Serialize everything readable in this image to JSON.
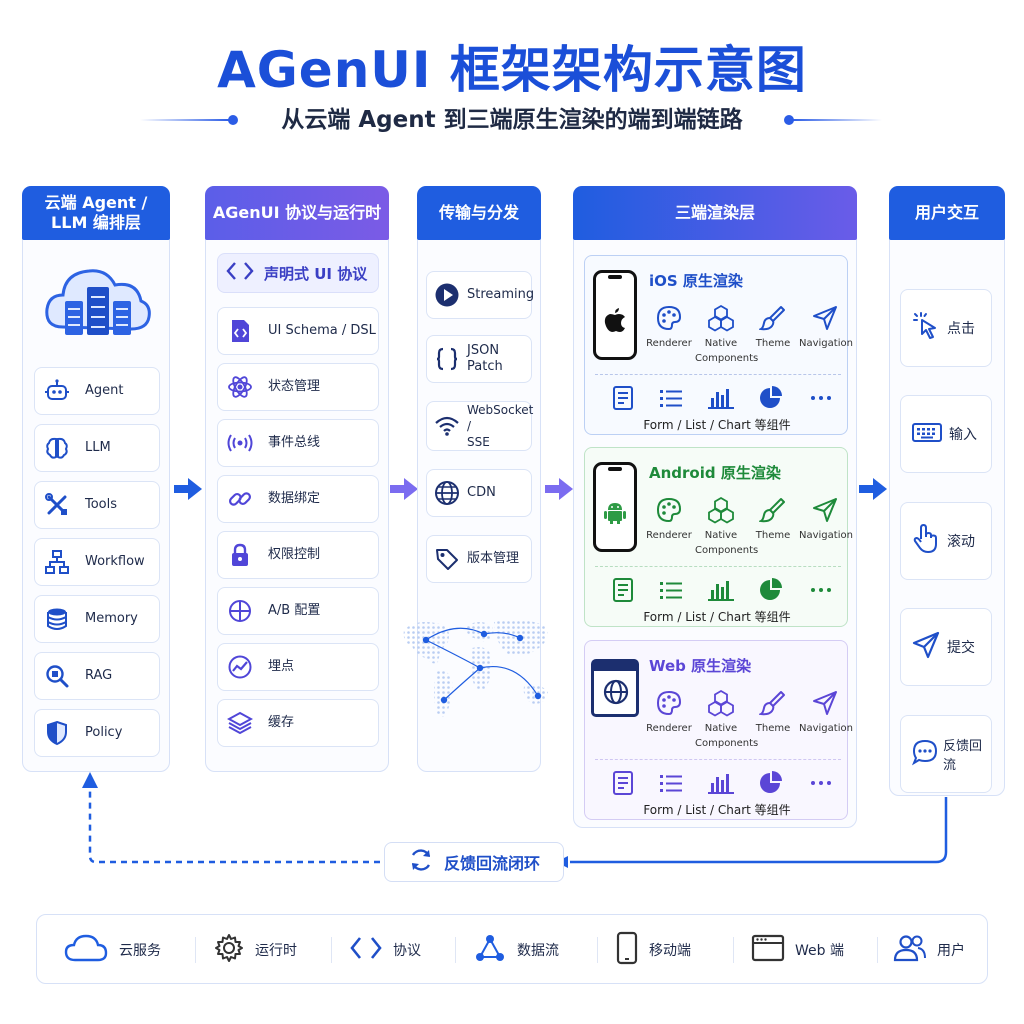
{
  "title": "AGenUI 框架架构示意图",
  "subtitle": "从云端 Agent 到三端原生渲染的端到端链路",
  "colors": {
    "primary_blue": "#1f5de0",
    "purple": "#6a5ce8",
    "ios_accent": "#1f4fc8",
    "android_accent": "#1e8a3a",
    "web_accent": "#5b46d6",
    "border": "#d7e1f7"
  },
  "columns": {
    "cloud": {
      "title_line1": "云端 Agent /",
      "title_line2": "LLM 编排层",
      "items": [
        {
          "label": "Agent",
          "icon": "robot-icon"
        },
        {
          "label": "LLM",
          "icon": "brain-icon"
        },
        {
          "label": "Tools",
          "icon": "tools-icon"
        },
        {
          "label": "Workflow",
          "icon": "workflow-icon"
        },
        {
          "label": "Memory",
          "icon": "database-icon"
        },
        {
          "label": "RAG",
          "icon": "search-doc-icon"
        },
        {
          "label": "Policy",
          "icon": "shield-icon"
        }
      ]
    },
    "protocol": {
      "title": "AGenUI 协议与运行时",
      "header_item": {
        "label": "声明式 UI 协议",
        "icon": "code-brackets-icon"
      },
      "items": [
        {
          "label": "UI Schema / DSL",
          "icon": "code-file-icon"
        },
        {
          "label": "状态管理",
          "icon": "atom-icon"
        },
        {
          "label": "事件总线",
          "icon": "broadcast-icon"
        },
        {
          "label": "数据绑定",
          "icon": "link-icon"
        },
        {
          "label": "权限控制",
          "icon": "lock-icon"
        },
        {
          "label": "A/B 配置",
          "icon": "ab-split-icon"
        },
        {
          "label": "埋点",
          "icon": "trend-icon"
        },
        {
          "label": "缓存",
          "icon": "layers-icon"
        }
      ]
    },
    "transport": {
      "title": "传输与分发",
      "items": [
        {
          "label": "Streaming",
          "icon": "play-icon"
        },
        {
          "label": "JSON Patch",
          "icon": "braces-icon"
        },
        {
          "label_line1": "WebSocket /",
          "label_line2": "SSE",
          "icon": "wifi-icon"
        },
        {
          "label": "CDN",
          "icon": "globe-icon"
        },
        {
          "label": "版本管理",
          "icon": "tag-icon"
        }
      ]
    },
    "render": {
      "title": "三端渲染层",
      "platforms": [
        {
          "title": "iOS 原生渲染",
          "device_icon": "apple-icon"
        },
        {
          "title": "Android 原生渲染",
          "device_icon": "android-icon"
        },
        {
          "title": "Web 原生渲染",
          "device_icon": "browser-globe-icon"
        }
      ],
      "features": {
        "renderer": "Renderer",
        "native_line1": "Native",
        "native_line2": "Components",
        "theme": "Theme",
        "navigation": "Navigation"
      },
      "components_label": "Form / List / Chart 等组件"
    },
    "interaction": {
      "title": "用户交互",
      "items": [
        {
          "label": "点击",
          "icon": "cursor-click-icon"
        },
        {
          "label": "输入",
          "icon": "keyboard-icon"
        },
        {
          "label": "滚动",
          "icon": "hand-scroll-icon"
        },
        {
          "label": "提交",
          "icon": "send-icon"
        },
        {
          "label": "反馈回流",
          "icon": "chat-bubble-icon"
        }
      ]
    }
  },
  "loop": {
    "label": "反馈回流闭环",
    "icon": "refresh-icon"
  },
  "legend": [
    {
      "label": "云服务",
      "icon": "cloud-icon"
    },
    {
      "label": "运行时",
      "icon": "gear-icon"
    },
    {
      "label": "协议",
      "icon": "code-brackets-icon"
    },
    {
      "label": "数据流",
      "icon": "graph-icon"
    },
    {
      "label": "移动端",
      "icon": "phone-icon"
    },
    {
      "label": "Web 端",
      "icon": "browser-icon"
    },
    {
      "label": "用户",
      "icon": "users-icon"
    }
  ]
}
